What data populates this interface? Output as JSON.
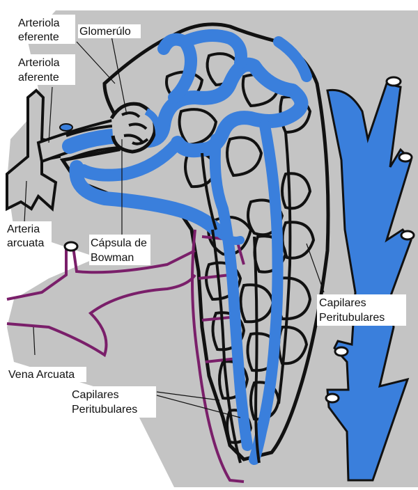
{
  "labels": {
    "arteriola_eferente": [
      "Arteriola",
      "eferente"
    ],
    "glomerulo": "Glomerúlo",
    "arteriola_aferente": [
      "Arteriola",
      "aferente"
    ],
    "arteria_arcuata": [
      "Arteria",
      "arcuata"
    ],
    "capsula_bowman": [
      "Cápsula de",
      "Bowman"
    ],
    "capilares_right": [
      "Capilares",
      "Peritubulares"
    ],
    "vena_arcuata": "Vena Arcuata",
    "capilares_bottom": [
      "Capilares",
      "Peritubulares"
    ]
  },
  "colors": {
    "background": "#ffffff",
    "tissue": "#c4c4c4",
    "vessel_blue": "#3a7fdc",
    "outline": "#111111",
    "vein_purple": "#7a1f6a"
  }
}
